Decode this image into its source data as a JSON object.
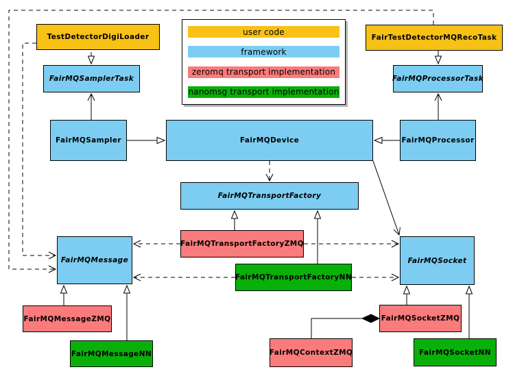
{
  "colors": {
    "user_code": "#F7C116",
    "framework": "#7CCDF1",
    "zeromq": "#F97B7B",
    "nanomsg": "#09B009",
    "border": "#000000",
    "background": "#FFFFFF"
  },
  "legend": {
    "items": [
      {
        "label": "user code",
        "color": "#F7C116"
      },
      {
        "label": "framework",
        "color": "#7CCDF1"
      },
      {
        "label": "zeromq transport implementation",
        "color": "#F97B7B"
      },
      {
        "label": "nanomsg transport implementation",
        "color": "#09B009"
      }
    ]
  },
  "nodes": {
    "test_detector_digi_loader": {
      "label": "TestDetectorDigiLoader",
      "category": "user code",
      "abstract": false
    },
    "fair_test_detector_mq_reco_task": {
      "label": "FairTestDetectorMQRecoTask",
      "category": "user code",
      "abstract": false
    },
    "fair_mq_sampler_task": {
      "label": "FairMQSamplerTask",
      "category": "framework",
      "abstract": true
    },
    "fair_mq_processor_task": {
      "label": "FairMQProcessorTask",
      "category": "framework",
      "abstract": true
    },
    "fair_mq_sampler": {
      "label": "FairMQSampler",
      "category": "framework",
      "abstract": false
    },
    "fair_mq_device": {
      "label": "FairMQDevice",
      "category": "framework",
      "abstract": false
    },
    "fair_mq_processor": {
      "label": "FairMQProcessor",
      "category": "framework",
      "abstract": false
    },
    "fair_mq_transport_factory": {
      "label": "FairMQTransportFactory",
      "category": "framework",
      "abstract": true
    },
    "fair_mq_transport_factory_zmq": {
      "label": "FairMQTransportFactoryZMQ",
      "category": "zeromq",
      "abstract": false
    },
    "fair_mq_transport_factory_nn": {
      "label": "FairMQTransportFactoryNN",
      "category": "nanomsg",
      "abstract": false
    },
    "fair_mq_message": {
      "label": "FairMQMessage",
      "category": "framework",
      "abstract": true
    },
    "fair_mq_message_zmq": {
      "label": "FairMQMessageZMQ",
      "category": "zeromq",
      "abstract": false
    },
    "fair_mq_message_nn": {
      "label": "FairMQMessageNN",
      "category": "nanomsg",
      "abstract": false
    },
    "fair_mq_socket": {
      "label": "FairMQSocket",
      "category": "framework",
      "abstract": true
    },
    "fair_mq_socket_zmq": {
      "label": "FairMQSocketZMQ",
      "category": "zeromq",
      "abstract": false
    },
    "fair_mq_socket_nn": {
      "label": "FairMQSocketNN",
      "category": "nanomsg",
      "abstract": false
    },
    "fair_mq_context_zmq": {
      "label": "FairMQContextZMQ",
      "category": "zeromq",
      "abstract": false
    }
  },
  "relationships": [
    {
      "from": "TestDetectorDigiLoader",
      "to": "FairMQSamplerTask",
      "type": "inheritance"
    },
    {
      "from": "FairTestDetectorMQRecoTask",
      "to": "FairMQProcessorTask",
      "type": "inheritance"
    },
    {
      "from": "FairMQSampler",
      "to": "FairMQDevice",
      "type": "inheritance"
    },
    {
      "from": "FairMQProcessor",
      "to": "FairMQDevice",
      "type": "inheritance"
    },
    {
      "from": "FairMQTransportFactoryZMQ",
      "to": "FairMQTransportFactory",
      "type": "inheritance"
    },
    {
      "from": "FairMQTransportFactoryNN",
      "to": "FairMQTransportFactory",
      "type": "inheritance"
    },
    {
      "from": "FairMQMessageZMQ",
      "to": "FairMQMessage",
      "type": "inheritance"
    },
    {
      "from": "FairMQMessageNN",
      "to": "FairMQMessage",
      "type": "inheritance"
    },
    {
      "from": "FairMQSocketZMQ",
      "to": "FairMQSocket",
      "type": "inheritance"
    },
    {
      "from": "FairMQSocketNN",
      "to": "FairMQSocket",
      "type": "inheritance"
    },
    {
      "from": "FairMQSampler",
      "to": "FairMQSamplerTask",
      "type": "association"
    },
    {
      "from": "FairMQProcessor",
      "to": "FairMQProcessorTask",
      "type": "association"
    },
    {
      "from": "FairMQDevice",
      "to": "FairMQSocket",
      "type": "association"
    },
    {
      "from": "FairMQDevice",
      "to": "FairMQTransportFactory",
      "type": "dependency"
    },
    {
      "from": "FairMQTransportFactoryZMQ",
      "to": "FairMQMessage",
      "type": "dependency"
    },
    {
      "from": "FairMQTransportFactoryZMQ",
      "to": "FairMQSocket",
      "type": "dependency"
    },
    {
      "from": "FairMQTransportFactoryNN",
      "to": "FairMQMessage",
      "type": "dependency"
    },
    {
      "from": "FairMQTransportFactoryNN",
      "to": "FairMQSocket",
      "type": "dependency"
    },
    {
      "from": "TestDetectorDigiLoader",
      "to": "FairMQMessage",
      "type": "dependency"
    },
    {
      "from": "FairTestDetectorMQRecoTask",
      "to": "FairMQMessage",
      "type": "dependency"
    },
    {
      "from": "FairMQContextZMQ",
      "to": "FairMQSocketZMQ",
      "type": "composition"
    }
  ]
}
